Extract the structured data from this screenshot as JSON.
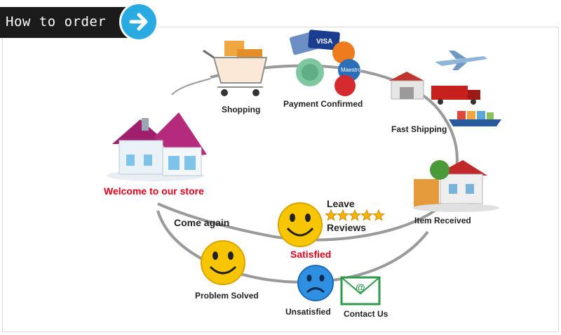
{
  "header": {
    "title": "How to order"
  },
  "steps": {
    "shopping": "Shopping",
    "payment": "Payment Confirmed",
    "shipping": "Fast Shipping",
    "received": "Item Received",
    "leave": "Leave",
    "reviews": "Reviews",
    "satisfied": "Satisfied",
    "come_again": "Come again",
    "welcome": "Welcome to our store",
    "problem_solved": "Problem Solved",
    "unsatisfied": "Unsatisfied",
    "contact": "Contact Us"
  },
  "cards": {
    "visa": "VISA",
    "maestro": "Maestro"
  },
  "review_stars": 5,
  "colors": {
    "accent_blue": "#29abe2",
    "header_bg": "#1b1b1b",
    "label_red": "#e3001b",
    "smiley_yellow": "#f7c600",
    "sad_blue": "#2f8fe0"
  }
}
